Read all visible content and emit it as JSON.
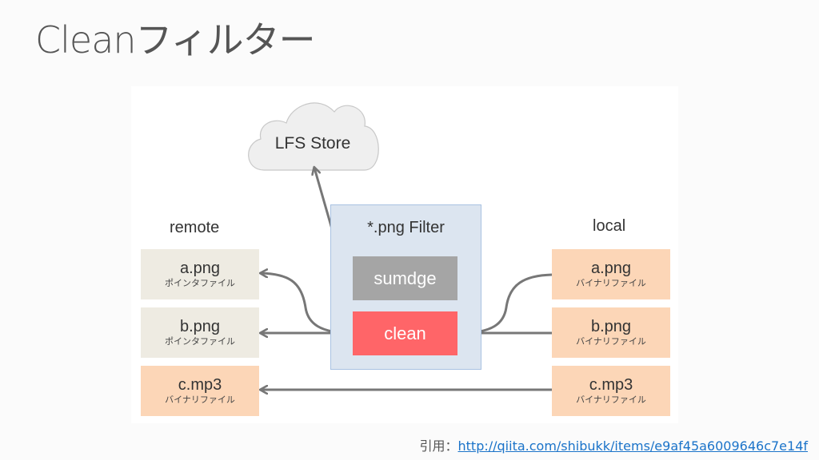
{
  "slide": {
    "title": "Cleanフィルター"
  },
  "diagram": {
    "cloud": {
      "label": "LFS Store"
    },
    "remote": {
      "label": "remote",
      "files": [
        {
          "name": "a.png",
          "type": "ポインタファイル",
          "kind": "pointer"
        },
        {
          "name": "b.png",
          "type": "ポインタファイル",
          "kind": "pointer"
        },
        {
          "name": "c.mp3",
          "type": "バイナリファイル",
          "kind": "binary"
        }
      ]
    },
    "local": {
      "label": "local",
      "files": [
        {
          "name": "a.png",
          "type": "バイナリファイル",
          "kind": "binary"
        },
        {
          "name": "b.png",
          "type": "バイナリファイル",
          "kind": "binary"
        },
        {
          "name": "c.mp3",
          "type": "バイナリファイル",
          "kind": "binary"
        }
      ]
    },
    "filter": {
      "title": "*.png Filter",
      "steps": [
        {
          "label": "sumdge",
          "color": "#a5a5a5"
        },
        {
          "label": "clean",
          "color": "#ff6568"
        }
      ]
    },
    "colors": {
      "pointer_file": "#eeebe2",
      "binary_file": "#fcd6b7",
      "filter_bg": "#dce5f0",
      "filter_border": "#a9c2e2",
      "arrow": "#777777",
      "cloud_fill": "#efefef",
      "cloud_stroke": "#c8c8c8"
    }
  },
  "citation": {
    "prefix": "引用：",
    "link_text": "http://qiita.com/shibukk/items/e9af45a6009646c7e14f"
  }
}
